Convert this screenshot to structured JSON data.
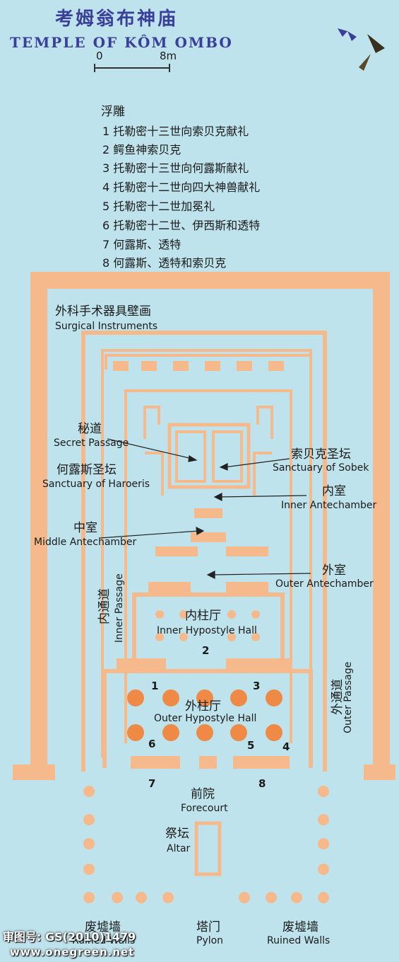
{
  "title_cn": "考姆翁布神庙",
  "title_en": "TEMPLE OF KÔM OMBO",
  "scale": {
    "start": "0",
    "end": "8m"
  },
  "relief": {
    "heading": "浮雕",
    "items": [
      "1  托勒密十三世向索贝克献礼",
      "2  鳄鱼神索贝克",
      "3  托勒密十三世向何露斯献礼",
      "4  托勒密十二世向四大神兽献礼",
      "5  托勒密十二世加冕礼",
      "6  托勒密十二世、伊西斯和透特",
      "7  何露斯、透特",
      "8  何露斯、透特和索贝克"
    ]
  },
  "labels": {
    "surgical": {
      "cn": "外科手术器具壁画",
      "en": "Surgical Instruments"
    },
    "secret": {
      "cn": "秘道",
      "en": "Secret Passage"
    },
    "sobek": {
      "cn": "索贝克圣坛",
      "en": "Sanctuary of Sobek"
    },
    "haroeris": {
      "cn": "何露斯圣坛",
      "en": "Sanctuary of Haroeris"
    },
    "inner_ante": {
      "cn": "内室",
      "en": "Inner Antechamber"
    },
    "middle_ante": {
      "cn": "中室",
      "en": "Middle Antechamber"
    },
    "outer_ante": {
      "cn": "外室",
      "en": "Outer Antechamber"
    },
    "inner_passage": {
      "cn": "内通道",
      "en": "Inner Passage"
    },
    "outer_passage": {
      "cn": "外通道",
      "en": "Outer Passage"
    },
    "inner_hall": {
      "cn": "内柱厅",
      "en": "Inner Hypostyle Hall"
    },
    "outer_hall": {
      "cn": "外柱厅",
      "en": "Outer Hypostyle Hall"
    },
    "forecourt": {
      "cn": "前院",
      "en": "Forecourt"
    },
    "altar": {
      "cn": "祭坛",
      "en": "Altar"
    },
    "ruined_left": {
      "cn": "废墟墙",
      "en": "Ruined Walls"
    },
    "pylon": {
      "cn": "塔门",
      "en": "Pylon"
    },
    "ruined_right": {
      "cn": "废墟墙",
      "en": "Ruined Walls"
    }
  },
  "numbers": [
    "1",
    "2",
    "3",
    "4",
    "5",
    "6",
    "7",
    "8"
  ],
  "footer": {
    "approval": "审图号: GS(2010)1479",
    "site": "www.onegreen.net"
  },
  "colors": {
    "background": "#bfe3ec",
    "wall_fill": "#f5b98c",
    "wall_stroke": "#e9925a",
    "column": "#ee8a45",
    "title": "#3a3f9a"
  }
}
